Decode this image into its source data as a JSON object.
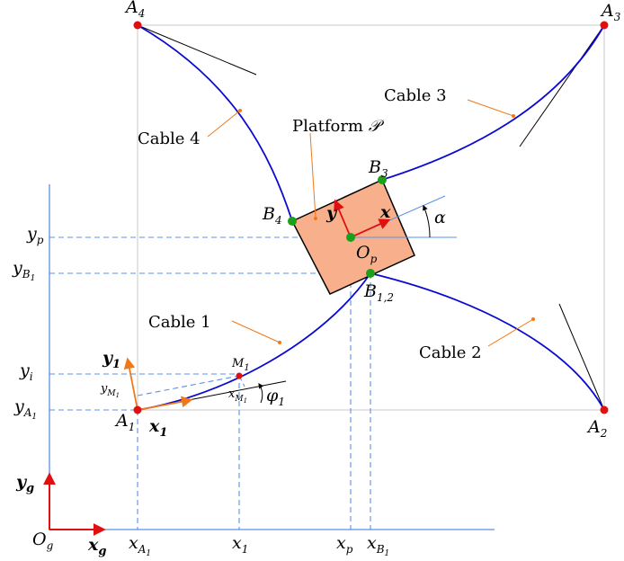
{
  "corners": {
    "a1": "A",
    "a1_sub": "1",
    "a2": "A",
    "a2_sub": "2",
    "a3": "A",
    "a3_sub": "3",
    "a4": "A",
    "a4_sub": "4"
  },
  "cables": {
    "c1": "Cable 1",
    "c2": "Cable 2",
    "c3": "Cable 3",
    "c4": "Cable 4"
  },
  "platform": {
    "label": "Platform",
    "symbol": "𝒫",
    "b3": "B",
    "b3_sub": "3",
    "b4": "B",
    "b4_sub": "4",
    "b12": "B",
    "b12_sub": "1,2",
    "op": "O",
    "op_sub": "p",
    "x": "x",
    "y": "y",
    "alpha": "α"
  },
  "local": {
    "m1": "M",
    "m1_sub": "1",
    "x1": "x",
    "x1_sub": "1",
    "y1": "y",
    "y1_sub": "1",
    "xm1": "x",
    "xm1_sub": "M",
    "ym1": "y",
    "ym1_sub": "M",
    "phi": "φ",
    "phi_sub": "1"
  },
  "y_axis_labels": {
    "yp": "y",
    "yp_sub": "p",
    "yb1": "y",
    "yb1_sub": "B",
    "yi": "y",
    "yi_sub": "i",
    "ya1": "y",
    "ya1_sub": "A"
  },
  "x_axis_labels": {
    "xa1": "x",
    "xa1_sub": "A",
    "x1": "x",
    "x1_sub": "1",
    "xp": "x",
    "xp_sub": "p",
    "xb1": "x",
    "xb1_sub": "B"
  },
  "global": {
    "og": "O",
    "og_sub": "g",
    "xg": "x",
    "xg_sub": "g",
    "yg": "y",
    "yg_sub": "g"
  },
  "colors": {
    "cable": "#0a0ad0",
    "platform_fill": "#f8b08c",
    "node": "#1aa01a",
    "anchor": "#e01010",
    "frame": "#e01010",
    "local_frame": "#f07818",
    "guide": "#5a90e8",
    "square": "#c8c8c8"
  }
}
